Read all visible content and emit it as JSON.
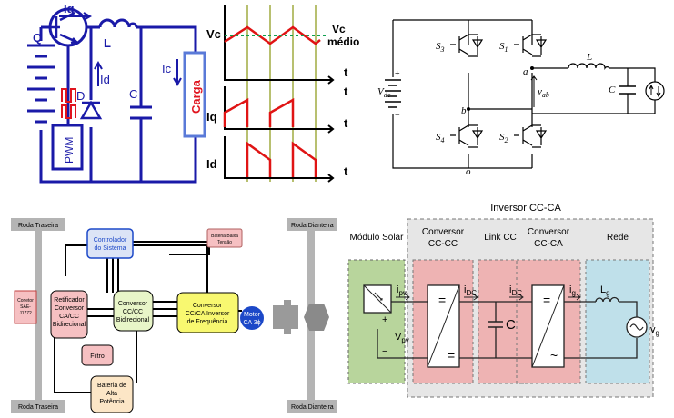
{
  "buck": {
    "iq": "Iq",
    "q": "Q",
    "l": "L",
    "id": "Id",
    "d": "D",
    "c": "C",
    "ic": "Ic",
    "carga": "Carga",
    "pwm": "PWM",
    "colors": {
      "wire": "#1a1aa8",
      "red": "#e0141e",
      "carga": "#5a7ad8"
    }
  },
  "waves": {
    "vc": "Vc",
    "vc_medio_1": "Vc",
    "vc_medio_2": "médio",
    "iq": "Iq",
    "id": "Id",
    "t1": "t",
    "t2": "t",
    "t3": "t",
    "t4": "t",
    "colors": {
      "wave": "#e01414",
      "mean": "#10a050",
      "guide": "#b8c070"
    }
  },
  "inverter": {
    "s1": "S",
    "s1_sub": "1",
    "s2": "S",
    "s2_sub": "2",
    "s3": "S",
    "s3_sub": "3",
    "s4": "S",
    "s4_sub": "4",
    "vdc": "V",
    "vdc_sub": "dc",
    "a": "a",
    "b": "b",
    "o": "o",
    "vab": "v",
    "vab_sub": "ab",
    "l": "L",
    "c": "C",
    "plus": "+",
    "minus": "−"
  },
  "ev": {
    "roda_traseira_top": "Roda Traseira",
    "roda_traseira_bottom": "Roda Traseira",
    "roda_dianteira_top": "Roda Dianteira",
    "roda_dianteira_bottom": "Roda Dianteira",
    "controlador": [
      "Controlador",
      "do Sistema"
    ],
    "bateria_baixa": [
      "Bateria Baixa",
      "Tensão"
    ],
    "conector": [
      "Conetor",
      "SAE-",
      "J1772"
    ],
    "retificador": [
      "Retificador",
      "Conversor",
      "CA/CC",
      "Bidirecional"
    ],
    "conversor_cc": [
      "Conversor",
      "CC/CC",
      "Bidirecional"
    ],
    "conversor_ccca": [
      "Conversor",
      "CC/CA Inversor",
      "de Frequência"
    ],
    "motor": [
      "Motor",
      "CA 3ϕ"
    ],
    "filtro": "Filtro",
    "bateria_alta": [
      "Bateria de",
      "Alta",
      "Potência"
    ],
    "colors": {
      "pink": "#f6c0c2",
      "green": "#e8f5c8",
      "yellow": "#f8f870",
      "blue": "#1c48c8",
      "lightblue": "#dce4f6",
      "gray": "#b4b4b4"
    }
  },
  "pv": {
    "title": "Inversor CC-CA",
    "modulo": "Módulo Solar",
    "conv1": [
      "Conversor",
      "CC-CC"
    ],
    "link": "Link CC",
    "conv2": [
      "Conversor",
      "CC-CA"
    ],
    "rede": "Rede",
    "ipv": "i",
    "ipv_sub": "pv",
    "vpv": "V",
    "vpv_sub": "pv",
    "idc1": "i",
    "idc1_sub": "DC",
    "idc2": "i",
    "idc2_sub": "DC",
    "ig": "i",
    "ig_sub": "g",
    "lg": "L",
    "lg_sub": "g",
    "vg": "v",
    "vg_sub": "g",
    "c": "C",
    "eq1": "=",
    "eq2": "=",
    "eq3": "=",
    "tilde": "~",
    "plus": "+",
    "minus": "−",
    "colors": {
      "green": "#b8d59c",
      "red": "#eeb3b3",
      "blue": "#bfe0ea",
      "gray": "#e6e6e6"
    }
  }
}
